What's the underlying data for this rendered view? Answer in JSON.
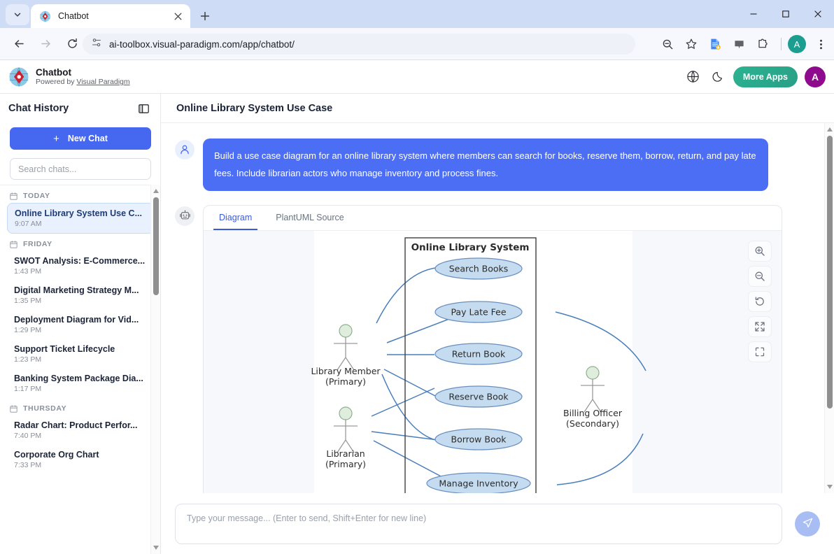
{
  "browser": {
    "tab": {
      "title": "Chatbot",
      "favicon_icon": "visual-paradigm-favicon",
      "close_icon": "close-icon"
    },
    "tabstrip_toggle_icon": "chevron-down-icon",
    "new_tab_icon": "plus-icon",
    "window_controls": {
      "minimize_icon": "minimize-icon",
      "maximize_icon": "maximize-icon",
      "close_icon": "close-icon"
    },
    "nav": {
      "back_icon": "arrow-left-icon",
      "forward_icon": "arrow-right-icon",
      "reload_icon": "reload-icon"
    },
    "omnibox": {
      "site_info_icon": "tune-page-info-icon",
      "url": "ai-toolbox.visual-paradigm.com/app/chatbot/"
    },
    "toolbar_icons": [
      "zoom-out-icon",
      "bookmark-star-icon",
      "doc-extension-icon",
      "pin-comment-icon",
      "extensions-puzzle-icon",
      "browser-profile-avatar",
      "browser-menu-icon"
    ],
    "profile_initial": "A"
  },
  "app_header": {
    "logo_icon": "visual-paradigm-logo",
    "name": "Chatbot",
    "powered_prefix": "Powered by ",
    "powered_link": "Visual Paradigm",
    "language_icon": "globe-icon",
    "theme_icon": "moon-icon",
    "more_apps_label": "More Apps",
    "more_apps_color": "#2bb391",
    "avatar_initial": "A",
    "avatar_color": "#8e0b8e"
  },
  "sidebar": {
    "title": "Chat History",
    "collapse_icon": "panel-toggle-icon",
    "new_chat_label": "New Chat",
    "new_chat_icon": "plus-icon",
    "new_chat_color": "#4668f0",
    "search_placeholder": "Search chats...",
    "groups": [
      {
        "label": "TODAY",
        "items": [
          {
            "title": "Online Library System Use C...",
            "time": "9:07 AM",
            "active": true
          }
        ]
      },
      {
        "label": "FRIDAY",
        "items": [
          {
            "title": "SWOT Analysis: E-Commerce...",
            "time": "1:43 PM",
            "active": false
          },
          {
            "title": "Digital Marketing Strategy M...",
            "time": "1:35 PM",
            "active": false
          },
          {
            "title": "Deployment Diagram for Vid...",
            "time": "1:29 PM",
            "active": false
          },
          {
            "title": "Support Ticket Lifecycle",
            "time": "1:23 PM",
            "active": false
          },
          {
            "title": "Banking System Package Dia...",
            "time": "1:17 PM",
            "active": false
          }
        ]
      },
      {
        "label": "THURSDAY",
        "items": [
          {
            "title": "Radar Chart: Product Perfor...",
            "time": "7:40 PM",
            "active": false
          },
          {
            "title": "Corporate Org Chart",
            "time": "7:33 PM",
            "active": false
          }
        ]
      }
    ]
  },
  "main": {
    "title": "Online Library System Use Case",
    "user_avatar_icon": "user-icon",
    "bot_avatar_icon": "robot-icon",
    "user_message": "Build a use case diagram for an online library system where members can search for books, reserve them, borrow, return, and pay late fees. Include librarian actors who manage inventory and process fines.",
    "tabs": [
      {
        "label": "Diagram",
        "active": true
      },
      {
        "label": "PlantUML Source",
        "active": false
      }
    ],
    "zoom_tools": [
      {
        "icon": "zoom-in-icon",
        "label": "Zoom In"
      },
      {
        "icon": "zoom-out-icon",
        "label": "Zoom Out"
      },
      {
        "icon": "reset-rotate-icon",
        "label": "Reset"
      },
      {
        "icon": "fit-screen-icon",
        "label": "Fit to Screen"
      },
      {
        "icon": "fullscreen-icon",
        "label": "Fullscreen"
      }
    ]
  },
  "diagram": {
    "type": "uml-use-case",
    "system_boundary": "Online Library System",
    "use_cases": [
      {
        "name": "Search Books"
      },
      {
        "name": "Pay Late Fee"
      },
      {
        "name": "Return Book"
      },
      {
        "name": "Reserve Book"
      },
      {
        "name": "Borrow Book"
      },
      {
        "name": "Manage Inventory"
      }
    ],
    "actors": [
      {
        "name": "Library Member",
        "role": "(Primary)",
        "side": "left"
      },
      {
        "name": "Librarian",
        "role": "(Primary)",
        "side": "left"
      },
      {
        "name": "Billing Officer",
        "role": "(Secondary)",
        "side": "right"
      }
    ],
    "associations": [
      {
        "actor": "Library Member",
        "use_case": "Search Books"
      },
      {
        "actor": "Library Member",
        "use_case": "Pay Late Fee"
      },
      {
        "actor": "Library Member",
        "use_case": "Return Book"
      },
      {
        "actor": "Library Member",
        "use_case": "Reserve Book"
      },
      {
        "actor": "Library Member",
        "use_case": "Borrow Book"
      },
      {
        "actor": "Librarian",
        "use_case": "Reserve Book"
      },
      {
        "actor": "Librarian",
        "use_case": "Borrow Book"
      },
      {
        "actor": "Librarian",
        "use_case": "Manage Inventory"
      },
      {
        "actor": "Billing Officer",
        "use_case": "Pay Late Fee"
      },
      {
        "actor": "Billing Officer",
        "use_case": "Manage Inventory"
      }
    ],
    "colors": {
      "usecase_fill": "#c5dcf0",
      "usecase_stroke": "#6a8fbf",
      "actor_head": "#dfeddd",
      "link": "#4a7ebb"
    }
  },
  "composer": {
    "placeholder": "Type your message... (Enter to send, Shift+Enter for new line)",
    "send_icon": "send-paper-plane-icon"
  }
}
